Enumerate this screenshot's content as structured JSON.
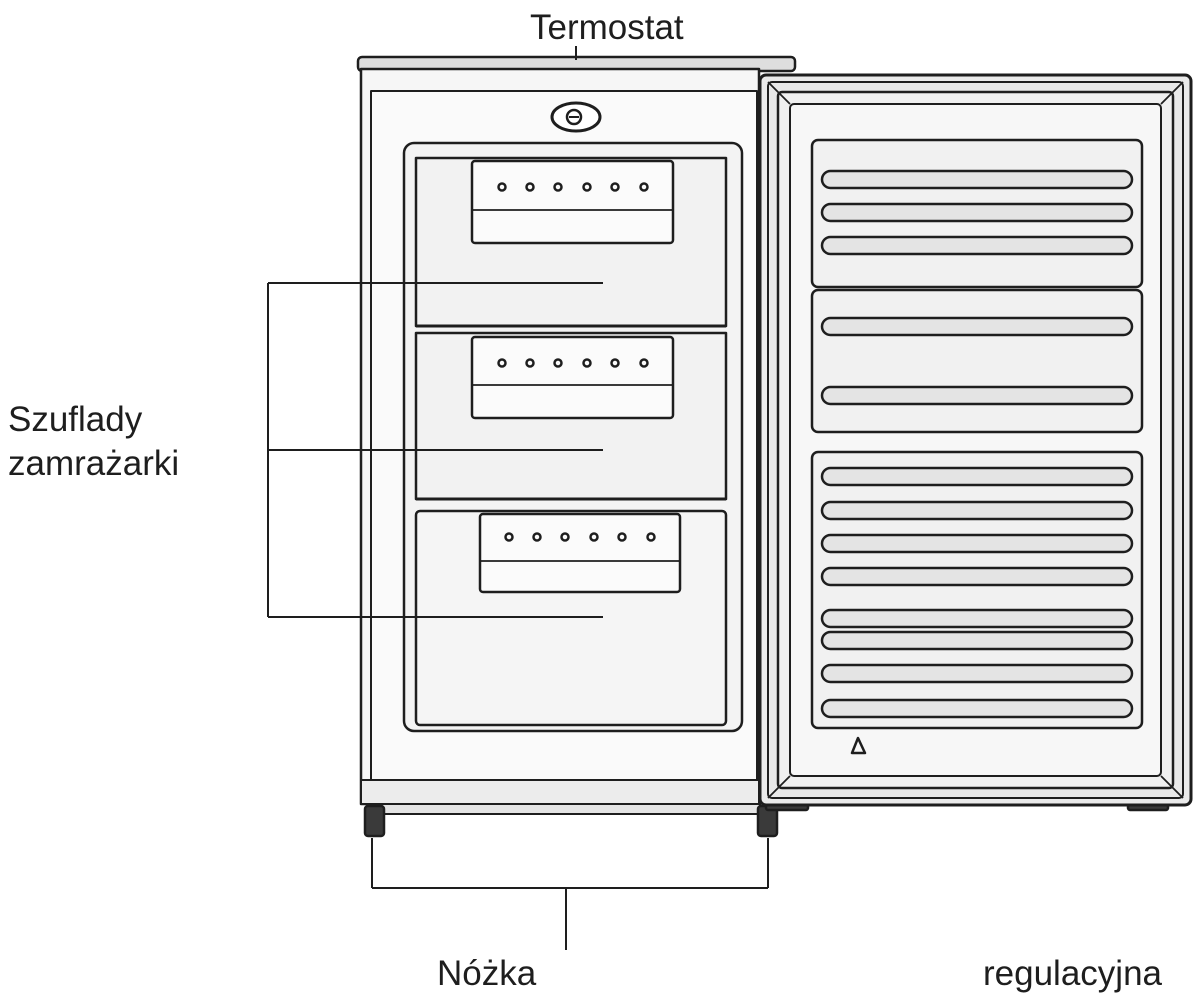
{
  "labels": {
    "thermostat": "Termostat",
    "drawers_line1": "Szuflady",
    "drawers_line2": "zamrażarki",
    "foot": "Nóżka",
    "adjustable": "regulacyjna"
  },
  "colors": {
    "stroke": "#1e1e1e",
    "fill": "#f4f4f4",
    "door_fill": "#ececec",
    "rail_fill": "#e2e2e2"
  }
}
